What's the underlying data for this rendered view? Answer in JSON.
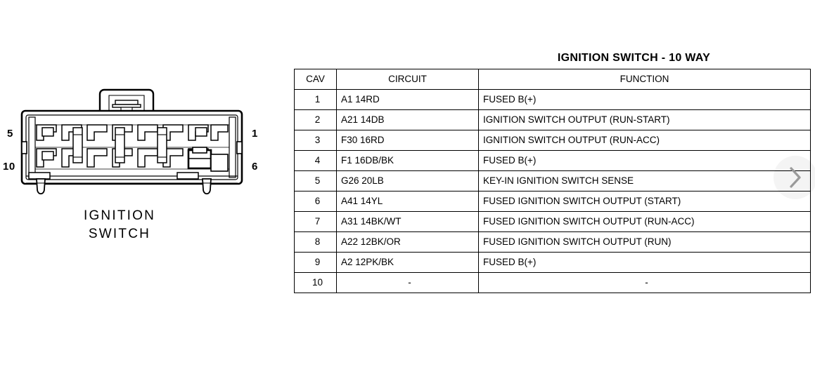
{
  "diagram": {
    "caption_line1": "IGNITION",
    "caption_line2": "SWITCH",
    "pin_labels": {
      "top_left": "5",
      "bottom_left": "10",
      "top_right": "1",
      "bottom_right": "6"
    }
  },
  "table": {
    "title": "IGNITION SWITCH - 10 WAY",
    "headers": [
      "CAV",
      "CIRCUIT",
      "FUNCTION"
    ],
    "rows": [
      {
        "cav": "1",
        "circuit": "A1 14RD",
        "function": "FUSED B(+)"
      },
      {
        "cav": "2",
        "circuit": "A21 14DB",
        "function": "IGNITION SWITCH OUTPUT (RUN-START)"
      },
      {
        "cav": "3",
        "circuit": "F30 16RD",
        "function": "IGNITION SWITCH OUTPUT (RUN-ACC)"
      },
      {
        "cav": "4",
        "circuit": "F1 16DB/BK",
        "function": "FUSED B(+)"
      },
      {
        "cav": "5",
        "circuit": "G26 20LB",
        "function": "KEY-IN IGNITION SWITCH SENSE"
      },
      {
        "cav": "6",
        "circuit": "A41 14YL",
        "function": "FUSED IGNITION SWITCH OUTPUT (START)"
      },
      {
        "cav": "7",
        "circuit": "A31 14BK/WT",
        "function": "FUSED IGNITION SWITCH OUTPUT (RUN-ACC)"
      },
      {
        "cav": "8",
        "circuit": "A22 12BK/OR",
        "function": "FUSED IGNITION SWITCH OUTPUT (RUN)"
      },
      {
        "cav": "9",
        "circuit": "A2 12PK/BK",
        "function": "FUSED B(+)"
      },
      {
        "cav": "10",
        "circuit": "-",
        "function": "-"
      }
    ]
  },
  "overlay": {
    "next_icon": "chevron-right-icon"
  },
  "colors": {
    "background": "#ffffff",
    "ink": "#000000",
    "chevron": "#8a8a8a"
  }
}
